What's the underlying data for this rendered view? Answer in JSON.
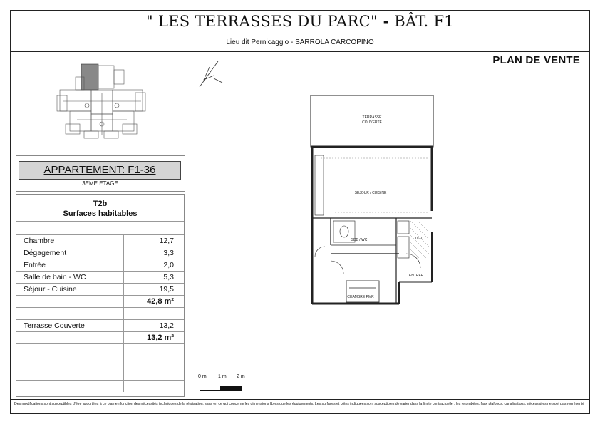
{
  "header": {
    "title": "\" LES TERRASSES DU PARC\"",
    "separator": "-",
    "building": "BÂT. F1",
    "location": "Lieu dit Pernicaggio - SARROLA CARCOPINO",
    "doc_type": "PLAN DE VENTE"
  },
  "apartment": {
    "name": "APPARTEMENT: F1-36",
    "floor": "3EME ETAGE",
    "type": "T2b",
    "surfaces_title": "Surfaces habitables"
  },
  "surfaces": [
    {
      "label": "Chambre",
      "value": "12,7"
    },
    {
      "label": "Dégagement",
      "value": "3,3"
    },
    {
      "label": "Entrée",
      "value": "2,0"
    },
    {
      "label": "Salle de bain - WC",
      "value": "5,3"
    },
    {
      "label": "Séjour - Cuisine",
      "value": "19,5"
    }
  ],
  "surfaces_total": "42,8 m²",
  "annex": [
    {
      "label": "Terrasse Couverte",
      "value": "13,2"
    }
  ],
  "annex_total": "13,2 m²",
  "plan": {
    "rooms": {
      "terrace": "TERRASSE",
      "terrace_2": "COUVERTE",
      "living": "SEJOUR / CUISINE",
      "bath": "SDB / WC",
      "bedroom": "CHAMBRE PMR",
      "dgt": "DGT",
      "entry": "ENTREE"
    }
  },
  "scale": {
    "labels": [
      "0 m",
      "1 m",
      "2 m"
    ]
  },
  "disclaimer": "Des modifications sont susceptibles d'être apportées à ce plan en fonction des nécessités techniques de la réalisation, sans en ce qui concerne les dimensions libres que les équipements. Les surfaces et côtes indiquées sont susceptibles de varier dans la limite contractuelle ; les retombées, faux plafonds, canalisations, nécessaires ne sont pas représentés."
}
